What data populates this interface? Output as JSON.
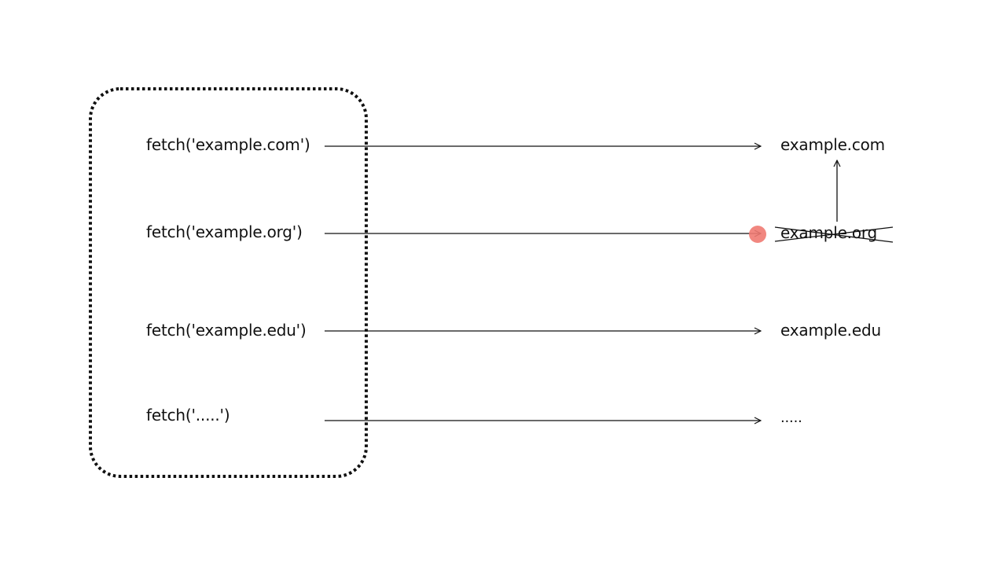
{
  "calls": [
    {
      "label": "fetch('example.com')"
    },
    {
      "label": "fetch('example.org')"
    },
    {
      "label": "fetch('example.edu')"
    },
    {
      "label": "fetch('.....')"
    }
  ],
  "targets": [
    {
      "label": "example.com",
      "status": "ok"
    },
    {
      "label": "example.org",
      "status": "failed"
    },
    {
      "label": "example.edu",
      "status": "ok"
    },
    {
      "label": ".....",
      "status": "ok"
    }
  ],
  "colors": {
    "stroke": "#111111",
    "failure_marker": "#f07a72"
  }
}
